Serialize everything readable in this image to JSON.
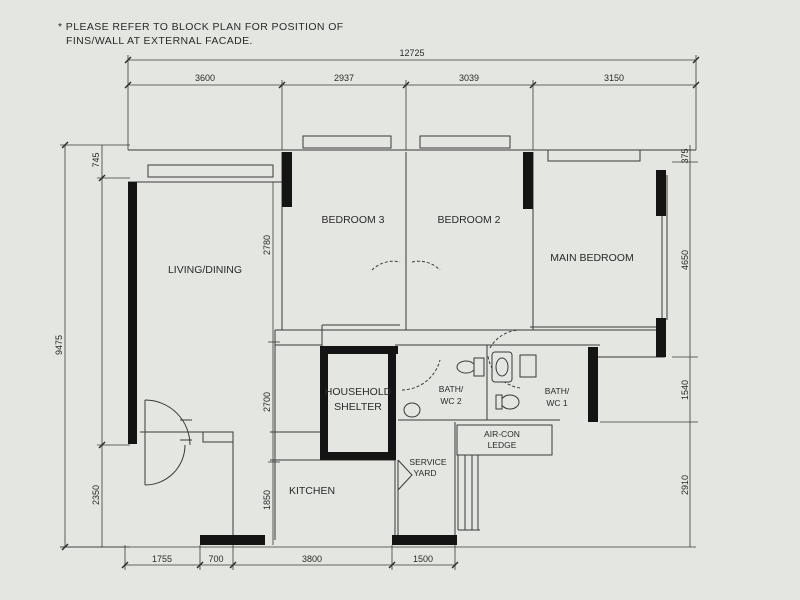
{
  "note": {
    "line1": "* PLEASE REFER TO BLOCK PLAN FOR POSITION OF",
    "line2": "FINS/WALL AT EXTERNAL FACADE."
  },
  "dimensions": {
    "overall_width": "12725",
    "top": [
      "3600",
      "2937",
      "3039",
      "3150"
    ],
    "bottom": [
      "1755",
      "700",
      "3800",
      "1500"
    ],
    "left_overall": "9475",
    "left_top": "745",
    "left_bottom": "2350",
    "inner_upper": "2780",
    "inner_middle": "2700",
    "inner_lower": "1850",
    "right_top": "375",
    "right_a": "4650",
    "right_b": "1540",
    "right_c": "2910"
  },
  "rooms": {
    "living": "LIVING/DINING",
    "bedroom3": "BEDROOM 3",
    "bedroom2": "BEDROOM 2",
    "main_bedroom": "MAIN BEDROOM",
    "household_line1": "HOUSEHOLD",
    "household_line2": "SHELTER",
    "bath2_line1": "BATH/",
    "bath2_line2": "WC 2",
    "bath1_line1": "BATH/",
    "bath1_line2": "WC 1",
    "aircon_line1": "AIR-CON",
    "aircon_line2": "LEDGE",
    "service_line1": "SERVICE",
    "service_line2": "YARD",
    "kitchen": "KITCHEN"
  }
}
